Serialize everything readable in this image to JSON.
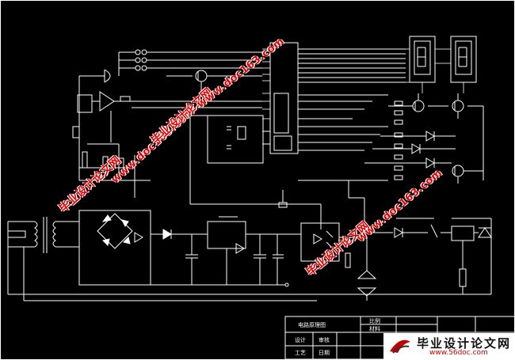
{
  "watermarks": [
    {
      "text": "毕业设计论文网",
      "kind": "cn"
    },
    {
      "text": "www.doc163.com",
      "kind": "url"
    },
    {
      "text": "毕业设计论文网",
      "kind": "cn"
    },
    {
      "text": "www.doc163.com",
      "kind": "url"
    },
    {
      "text": "毕业设计论文网",
      "kind": "cn"
    },
    {
      "text": "www.doc163.com",
      "kind": "url"
    }
  ],
  "title_block": {
    "drawing_title": "电路原理图",
    "cells": [
      "比例",
      "材料",
      "设计",
      "审核",
      "工艺",
      "日期"
    ]
  },
  "corner_logo": {
    "title": "毕业设计论文网",
    "url": "www.56doc.com"
  },
  "colors": {
    "background": "#000000",
    "line": "#ffffff",
    "watermark": "#e00000"
  }
}
